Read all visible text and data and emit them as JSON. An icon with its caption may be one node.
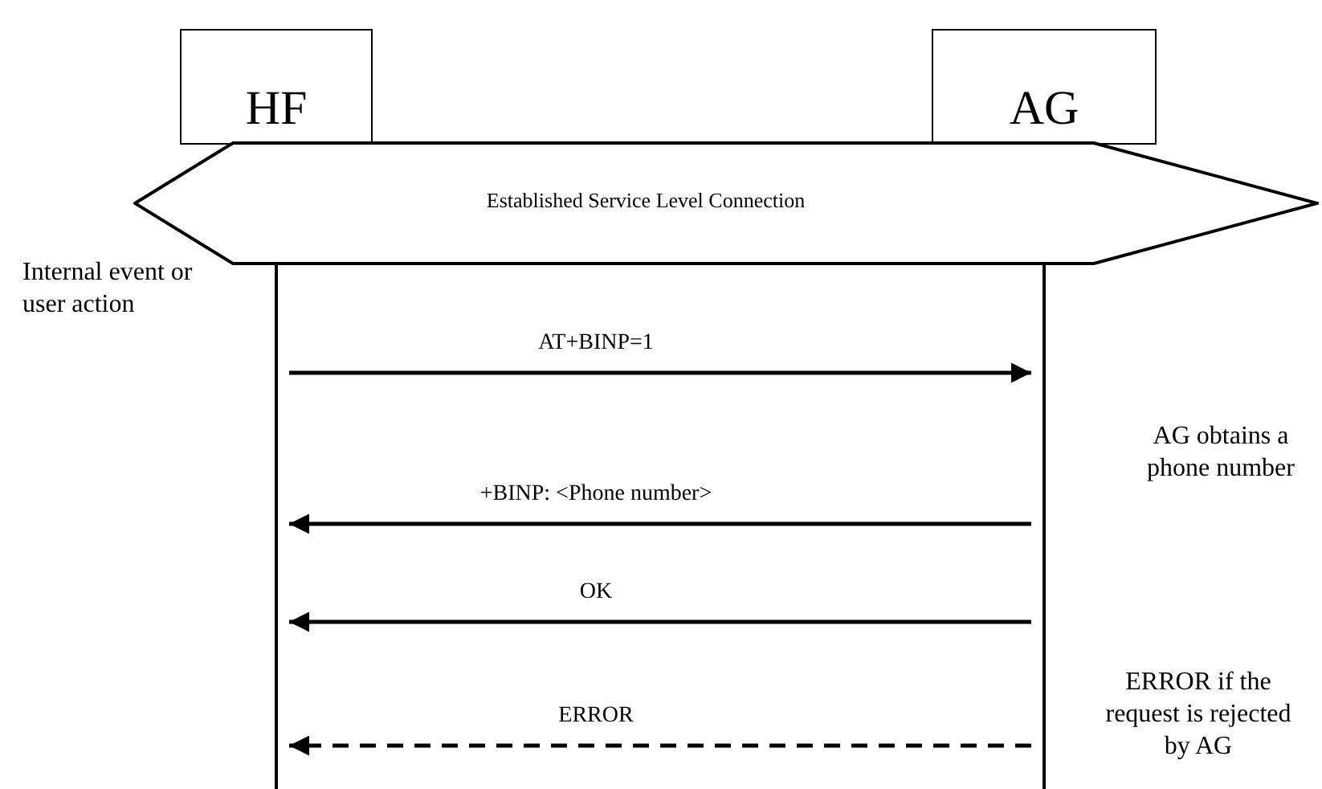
{
  "diagram": {
    "nodes": [
      {
        "text": [
          "HF"
        ]
      },
      {
        "text": [
          "AG"
        ]
      },
      {
        "text": [
          "Established Service Level Connection"
        ]
      }
    ],
    "edges": [
      {
        "from": 0,
        "to": 1,
        "arrow": "to",
        "label": "AT+BINP=1"
      },
      {
        "from": 1,
        "to": 0,
        "arrow": "to",
        "label": "+BINP: <Phone number>"
      },
      {
        "from": 1,
        "to": 0,
        "arrow": "to",
        "label": "OK"
      },
      {
        "from": 1,
        "to": 0,
        "arrow": "to",
        "label": "ERROR",
        "style": "dashed"
      }
    ],
    "labels": [
      "Internal event or user action",
      "AG obtains a phone number",
      "ERROR if the request is rejected by AG"
    ]
  }
}
